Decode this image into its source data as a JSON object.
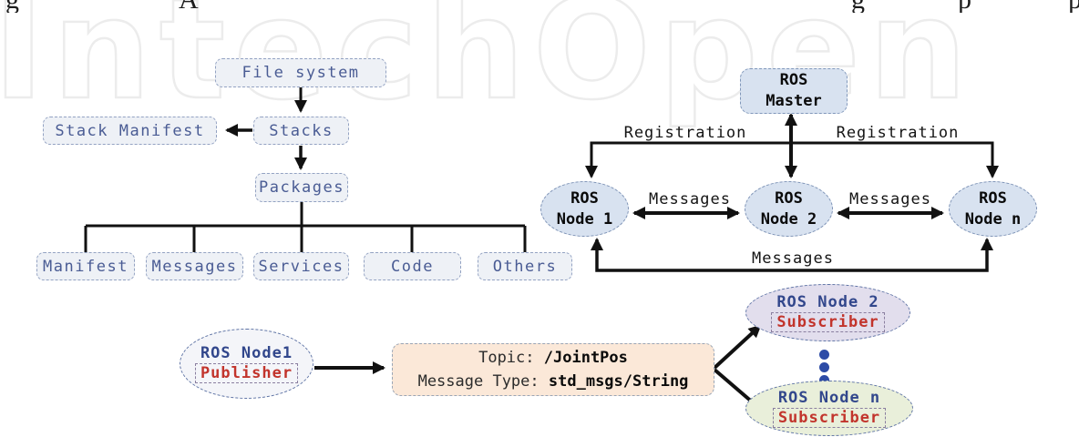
{
  "watermark": "IntechOpen",
  "top_fragments": [
    "g",
    "A",
    "g",
    "p",
    "p"
  ],
  "file_tree": {
    "root": "File system",
    "stack_manifest": "Stack Manifest",
    "stacks": "Stacks",
    "packages": "Packages",
    "children": [
      "Manifest",
      "Messages",
      "Services",
      "Code",
      "Others"
    ]
  },
  "ros_graph": {
    "master": {
      "line1": "ROS",
      "line2": "Master"
    },
    "nodes": [
      {
        "line1": "ROS",
        "line2": "Node 1"
      },
      {
        "line1": "ROS",
        "line2": "Node 2"
      },
      {
        "line1": "ROS",
        "line2": "Node n"
      }
    ],
    "labels": {
      "registration_left": "Registration",
      "registration_right": "Registration",
      "messages_left": "Messages",
      "messages_right": "Messages",
      "messages_bottom": "Messages"
    }
  },
  "pubsub": {
    "publisher": {
      "title": "ROS Node1",
      "role": "Publisher"
    },
    "topic": {
      "label1": "Topic:",
      "value1": "/JointPos",
      "label2": "Message Type:",
      "value2": "std_msgs/String"
    },
    "subscriber2": {
      "title": "ROS Node 2",
      "role": "Subscriber"
    },
    "subscriber_n": {
      "title": "ROS Node n",
      "role": "Subscriber"
    }
  },
  "colors": {
    "node_fill": "#d8e2f0",
    "tree_box_fill": "#eef1f6",
    "tree_text": "#4a5c94",
    "topic_fill": "#fbe8d8",
    "subscriber2_fill": "#e2deed",
    "subscriber_n_fill": "#e9efda",
    "publisher_fill": "#f4f5f9",
    "title_blue": "#32478c",
    "role_red": "#c2342c",
    "dots_blue": "#2d4ba6",
    "line_black": "#111111",
    "watermark_gray": "#ececec"
  }
}
